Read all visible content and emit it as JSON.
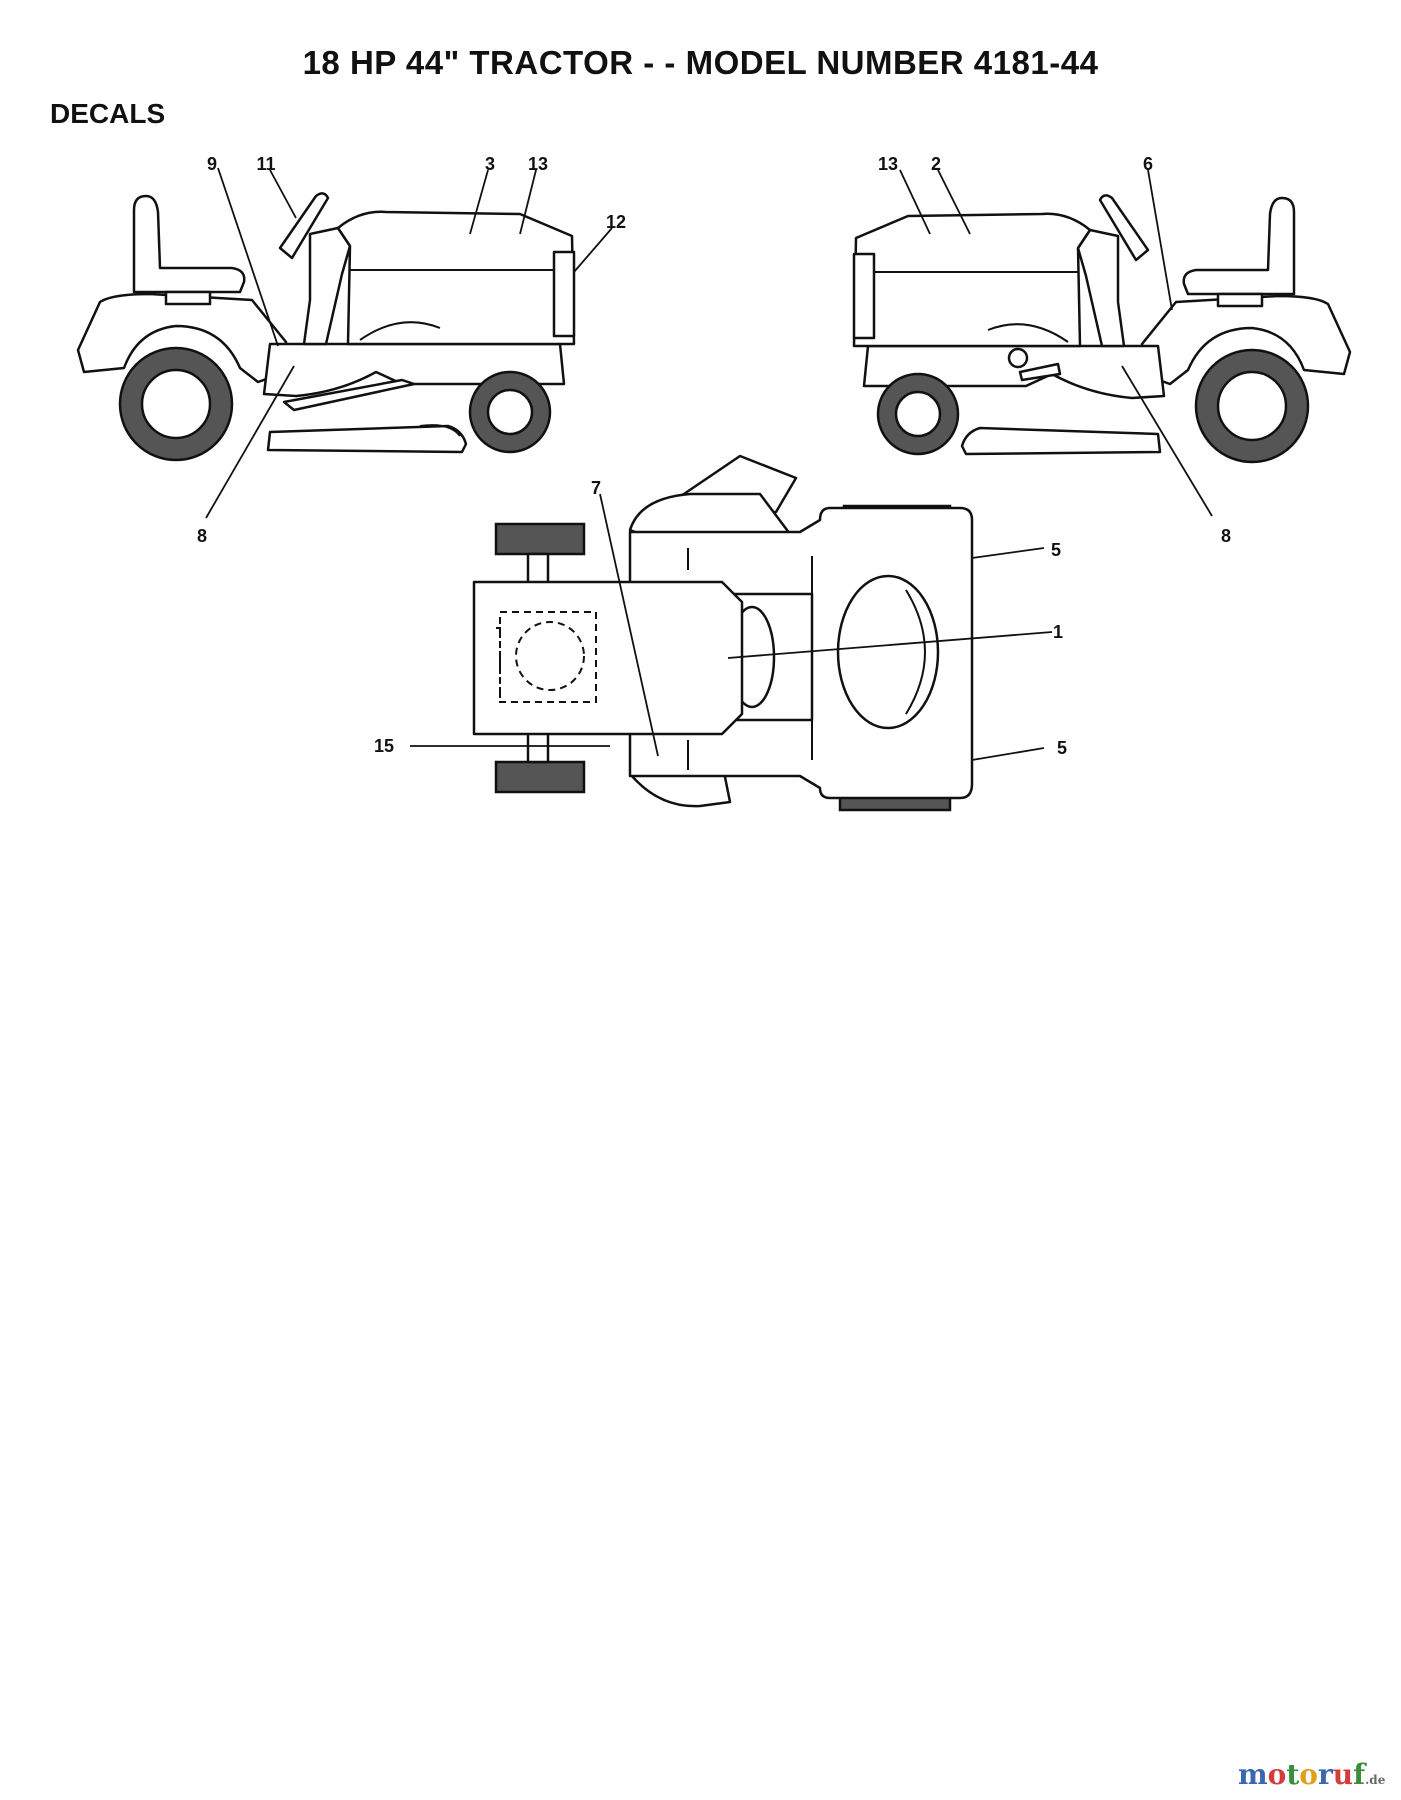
{
  "header": {
    "title": "18 HP 44\" TRACTOR - - MODEL NUMBER 4181-44",
    "section": "DECALS"
  },
  "callouts": {
    "left_view": {
      "c9": "9",
      "c11": "11",
      "c3": "3",
      "c13": "13",
      "c12": "12",
      "c8": "8"
    },
    "right_view": {
      "c13": "13",
      "c2": "2",
      "c6": "6",
      "c8": "8"
    },
    "top_view": {
      "c7": "7",
      "c5a": "5",
      "c1": "1",
      "c15": "15",
      "c5b": "5"
    }
  },
  "watermark": {
    "letters": [
      "m",
      "o",
      "t",
      "o",
      "r",
      "u",
      "f"
    ],
    "suffix": ".de",
    "colors": [
      "#3a67b0",
      "#d23c3c",
      "#3a8d3a",
      "#e0a01a",
      "#3a67b0",
      "#d23c3c",
      "#3a8d3a"
    ]
  }
}
